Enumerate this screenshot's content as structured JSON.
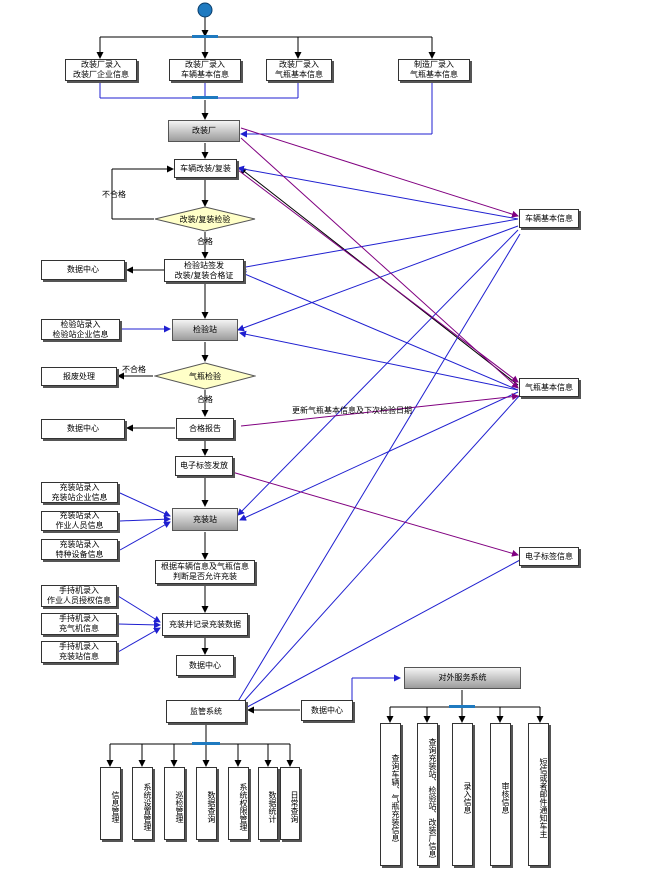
{
  "nodes": {
    "modfac_entry_modfac": "改装厂录入\n改装厂企业信息",
    "modfac_entry_vehicle": "改装厂录入\n车辆基本信息",
    "modfac_entry_cylinder": "改装厂录入\n气瓶基本信息",
    "maker_entry_cylinder": "制造厂录入\n气瓶基本信息",
    "modfac": "改装厂",
    "vehicle_modify": "车辆改装/复装",
    "modify_check": "改装/复装检验",
    "data_center_1": "数据中心",
    "check_station_issue": "检验站签发\n改装/复装合格证",
    "vehicle_info": "车辆基本信息",
    "cs_entry": "检验站录入\n检验站企业信息",
    "check_station": "检验站",
    "cylinder_check": "气瓶检验",
    "scrap": "报废处理",
    "cylinder_info": "气瓶基本信息",
    "data_center_2": "数据中心",
    "pass_report": "合格报告",
    "etag_issue": "电子标签发放",
    "fs_entry_company": "充装站录入\n充装站企业信息",
    "fs_entry_staff": "充装站录入\n作业人员信息",
    "fs_entry_equipment": "充装站录入\n特种设备信息",
    "filling_station": "充装站",
    "etag_info": "电子标签信息",
    "judge_fill": "根据车辆信息及气瓶信息\n判断是否允许充装",
    "hh_entry_auth": "手持机录入\n作业人员授权信息",
    "hh_entry_filler": "手持机录入\n充气机信息",
    "hh_entry_station": "手持机录入\n充装站信息",
    "fill_record": "充装并记录充装数据",
    "data_center_3": "数据中心",
    "supervision": "监管系统",
    "data_center_4": "数据中心",
    "external_service": "对外服务系统"
  },
  "labels": {
    "fail_1": "不合格",
    "pass_1": "合格",
    "fail_2": "不合格",
    "pass_2": "合格",
    "update_note": "更新气瓶基本信息及下次检验日期"
  },
  "sub_systems": [
    "信息管理",
    "系统设置管理",
    "巡检管理",
    "数据查询",
    "系统权限管理",
    "数据统计",
    "日常查询"
  ],
  "external_items": [
    "查询车辆、气瓶充装信息",
    "查询充装站、检验站、改装厂信息",
    "录入信息",
    "审核信息",
    "短信或者邮件通知车主"
  ],
  "colors": {
    "flow": "#000000",
    "blue_link": "#1f1fd0",
    "purple_link": "#800080",
    "start": "#1f7ac0",
    "sync_bar": "#1f7ac0",
    "decision": "#ffffc8"
  }
}
